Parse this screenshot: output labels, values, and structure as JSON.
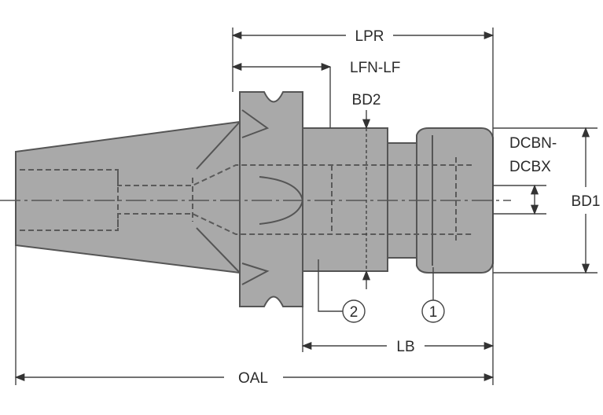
{
  "dimensions": {
    "lpr": "LPR",
    "lfn_lf": "LFN-LF",
    "bd2": "BD2",
    "dcbn": "DCBN-",
    "dcbx": "DCBX",
    "bd1": "BD1",
    "lb": "LB",
    "oal": "OAL"
  },
  "callouts": {
    "item1": "1",
    "item2": "2"
  }
}
